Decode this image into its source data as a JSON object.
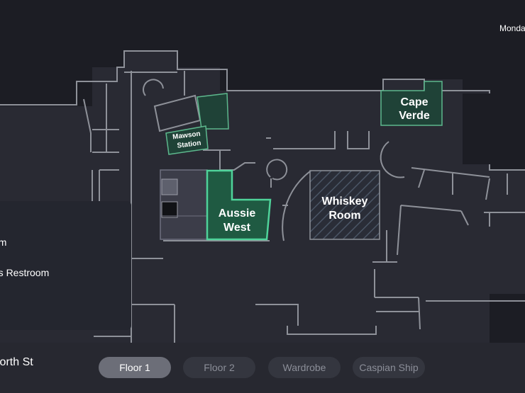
{
  "header": {
    "date_text": "Monda"
  },
  "rooms": {
    "mawson_station": [
      "Mawson",
      "Station"
    ],
    "cape_verde": [
      "Cape",
      "Verde"
    ],
    "aussie_west": [
      "Aussie",
      "West"
    ],
    "whiskey_room": [
      "Whiskey",
      "Room"
    ]
  },
  "side_panel": {
    "items": [
      "om",
      "'s Restroom"
    ]
  },
  "footer": {
    "address": "worth St",
    "floors": [
      {
        "label": "Floor 1",
        "active": true
      },
      {
        "label": "Floor 2",
        "active": false
      },
      {
        "label": "Wardrobe",
        "active": false
      },
      {
        "label": "Caspian Ship",
        "active": false
      }
    ]
  },
  "colors": {
    "background": "#1c1d24",
    "wall": "#8e9199",
    "room_fill": "#1f4237",
    "highlight": "#4fd39a",
    "accent_green": "#5db88d"
  }
}
